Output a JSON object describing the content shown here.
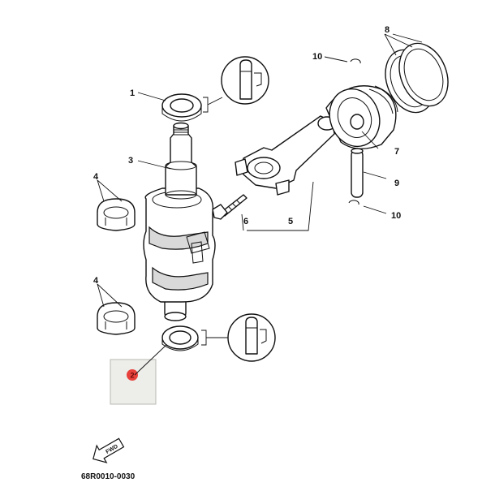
{
  "callouts": {
    "c1": "1",
    "c2": "2",
    "c3": "3",
    "c4a": "4",
    "c4b": "4",
    "c5": "5",
    "c6": "6",
    "c7": "7",
    "c8": "8",
    "c9": "9",
    "c10a": "10",
    "c10b": "10"
  },
  "highlight_marker": "2",
  "fwd_arrow_text": "FWD",
  "diagram_code": "68R0010-0030",
  "colors": {
    "highlight_box": "#ededea",
    "marker": "#e8413c",
    "ink": "#111111"
  }
}
